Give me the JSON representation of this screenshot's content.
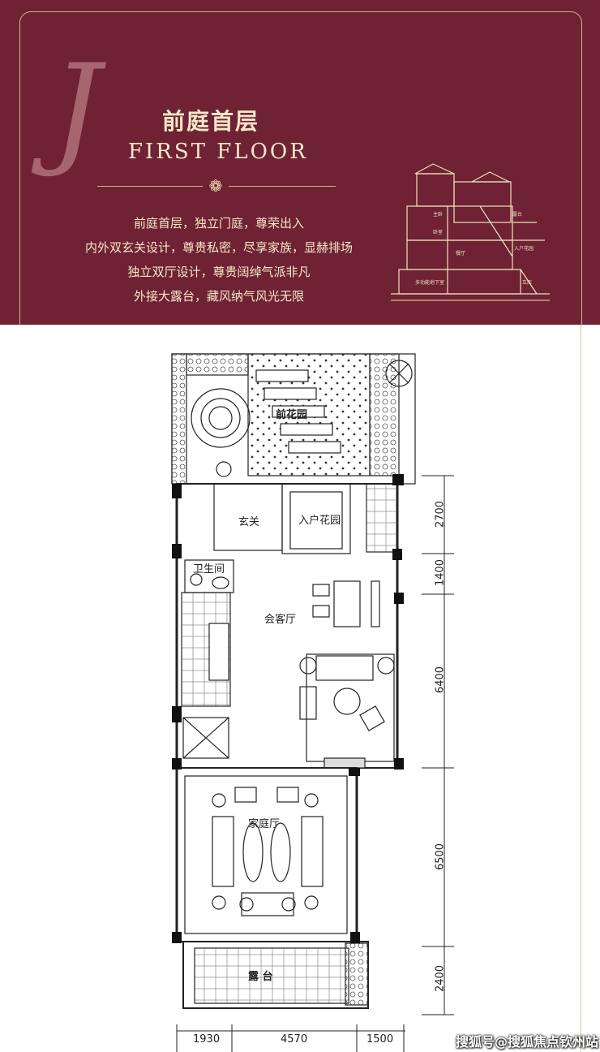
{
  "header": {
    "letter": "J",
    "title_cn": "前庭首层",
    "title_en": "FIRST FLOOR",
    "lines": [
      "前庭首层，独立门庭，尊荣出入",
      "内外双玄关设计，尊贵私密，尽享家族，显赫排场",
      "独立双厅设计，尊贵阔绰气派非凡",
      "外接大露台，藏风纳气风光无限"
    ],
    "section_labels": [
      "主卧",
      "卧室",
      "餐厅",
      "入户花园",
      "多功能地下室",
      "车库",
      "露台"
    ]
  },
  "rooms": {
    "front_garden": "前花园",
    "foyer": "玄关",
    "entry_garden": "入户花园",
    "bathroom": "卫生间",
    "living_room": "会客厅",
    "family_room": "家庭厅",
    "terrace": "露  台"
  },
  "dimensions": {
    "vertical": [
      "2700",
      "1400",
      "6400",
      "6500",
      "2400"
    ],
    "horizontal": [
      "1930",
      "4570",
      "1500"
    ]
  },
  "watermark": "搜狐号@搜狐焦点钦州站",
  "colors": {
    "header_bg": "#6e2234",
    "gold": "#d9b58a",
    "cream": "#f6e7c8"
  }
}
